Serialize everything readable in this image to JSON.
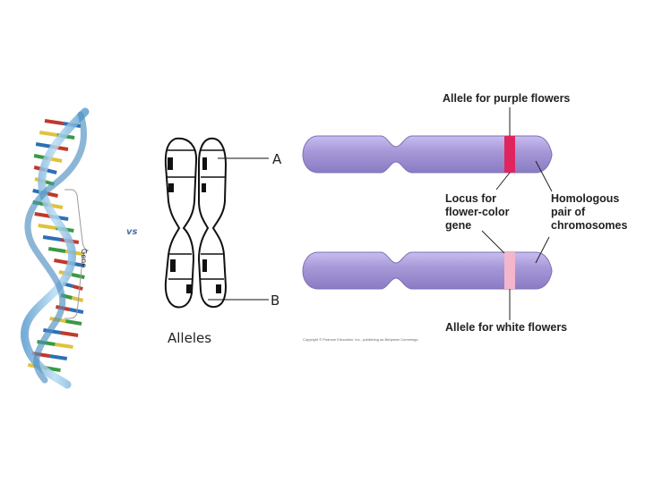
{
  "dna": {
    "gene_label": "Gene",
    "colors": {
      "backbone": "#7fb6dc",
      "base_a": "#c0392b",
      "base_b": "#e0c23a",
      "base_c": "#2e6fb5",
      "base_d": "#3a9a45"
    }
  },
  "vs_label": "vs",
  "chromosome_sketch": {
    "label_a": "A",
    "label_b": "B",
    "caption": "Alleles"
  },
  "homologous_diagram": {
    "allele_purple_label": "Allele for purple flowers",
    "locus_label": [
      "Locus for",
      "flower-color",
      "gene"
    ],
    "homologous_label": [
      "Homologous",
      "pair of",
      "chromosomes"
    ],
    "allele_white_label": "Allele for white flowers",
    "copyright": "Copyright © Pearson Education, Inc., publishing as Benjamin Cummings.",
    "colors": {
      "chromosome": "#a596d6",
      "purple_allele": "#e0245e",
      "white_allele": "#f4b6cc"
    }
  }
}
